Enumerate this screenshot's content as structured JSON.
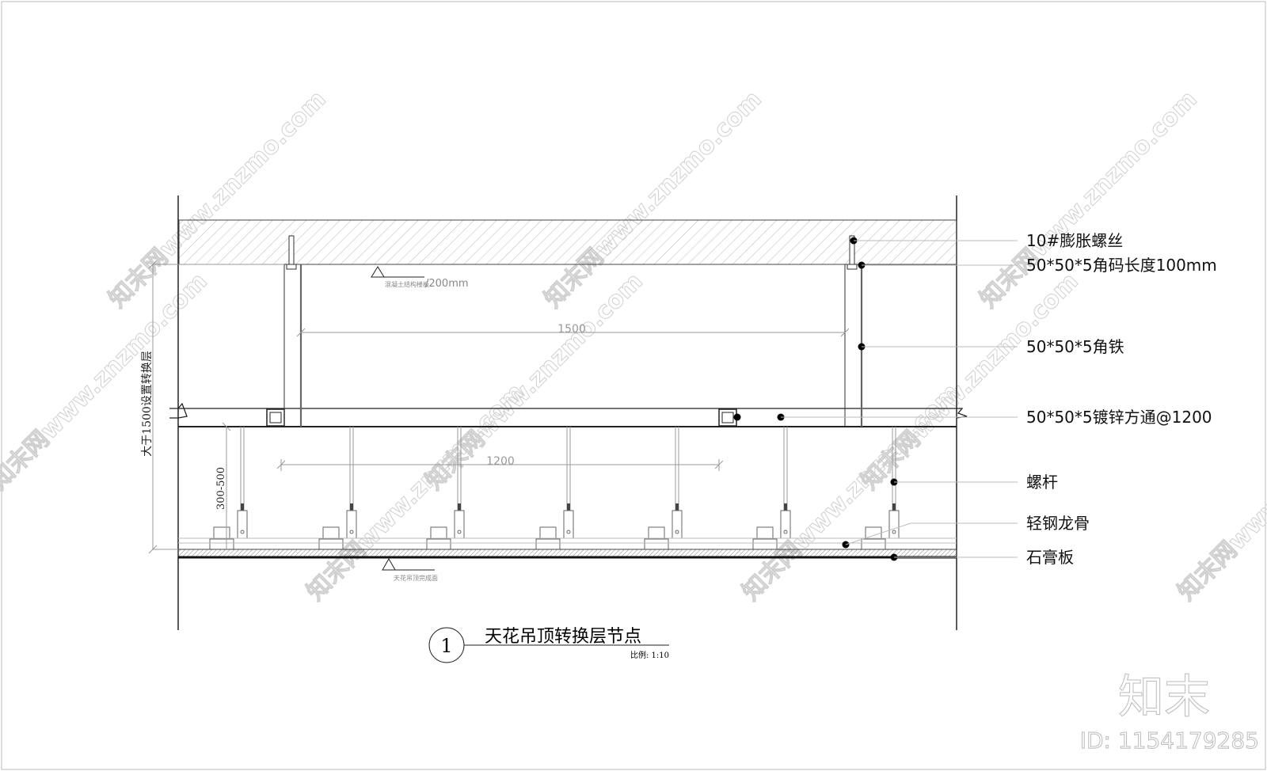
{
  "drawing": {
    "title": "天花吊顶转换层节点",
    "number": "1",
    "scale": "比例: 1:10",
    "level_slab_text": "混凝土结构楼板",
    "level_slab_value": "/200mm",
    "level_ceiling_text": "天花吊顶完成面",
    "dim_span": "1500",
    "dim_tube_spacing": "1200",
    "dim_height": "大于1500设置转换层",
    "dim_rod": "300-500"
  },
  "labels": [
    "10#膨胀螺丝",
    "50*50*5角码长度100mm",
    "50*50*5角铁",
    "50*50*5镀锌方通@1200",
    "螺杆",
    "轻钢龙骨",
    "石膏板"
  ],
  "watermark": {
    "text": "知末网www.znzmo.com",
    "logo": "知末",
    "id": "ID: 1154179285"
  },
  "colors": {
    "line": "#222222",
    "dim": "#999999",
    "watermark": "#c8c8c8"
  }
}
